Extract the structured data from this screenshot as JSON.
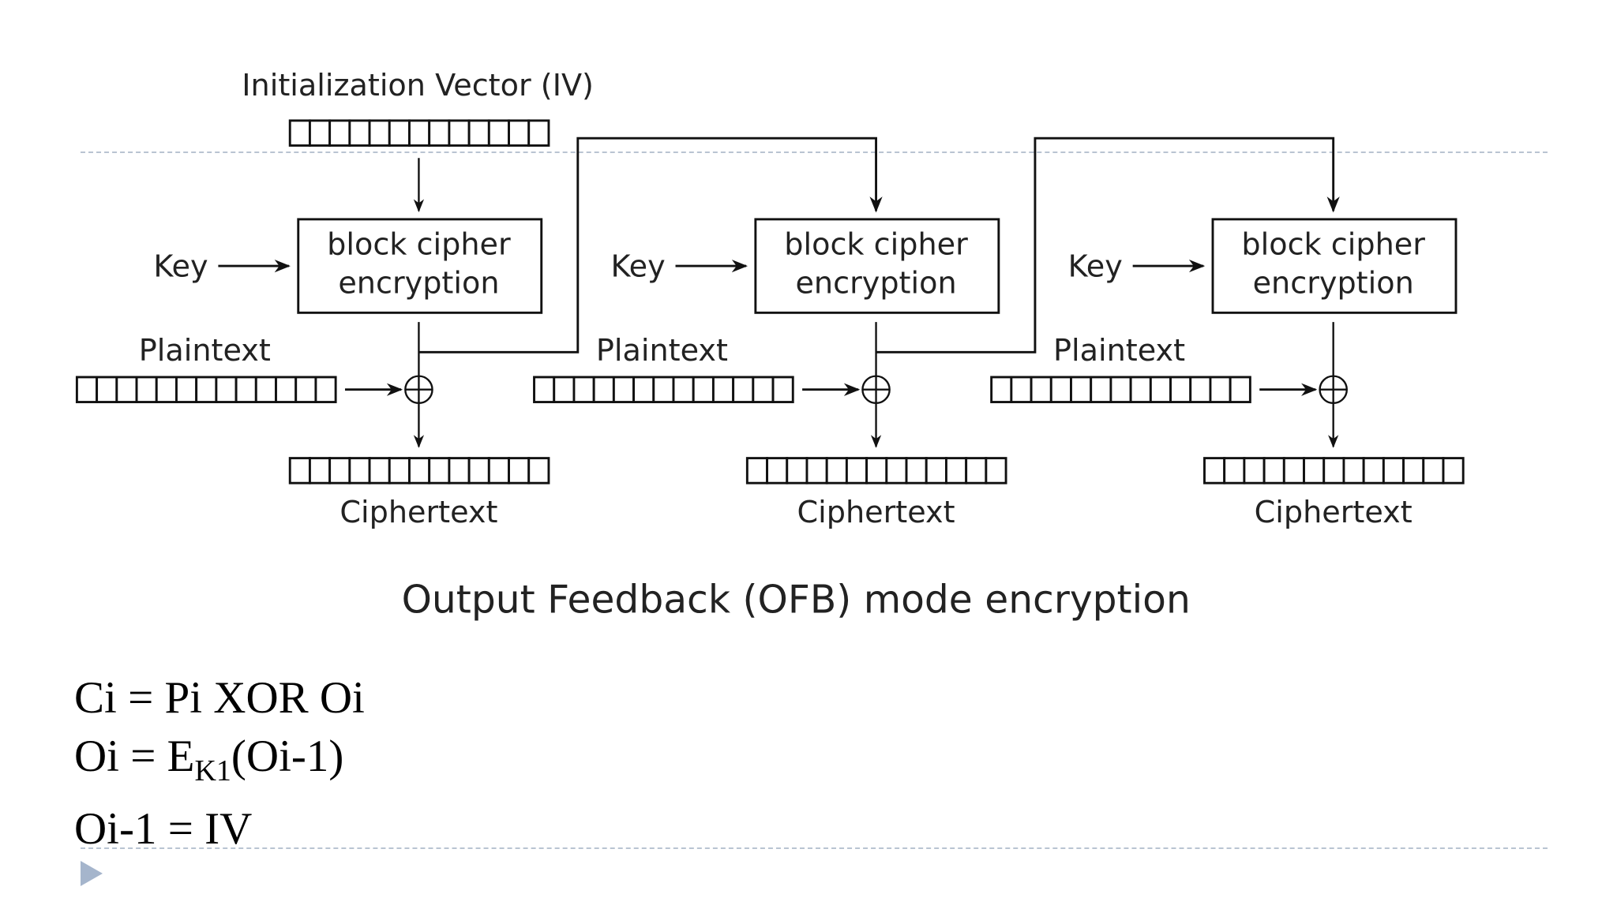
{
  "diagram": {
    "iv_label": "Initialization Vector (IV)",
    "stages": [
      {
        "key_label": "Key",
        "cipher_line1": "block cipher",
        "cipher_line2": "encryption",
        "plaintext_label": "Plaintext",
        "ciphertext_label": "Ciphertext"
      },
      {
        "key_label": "Key",
        "cipher_line1": "block cipher",
        "cipher_line2": "encryption",
        "plaintext_label": "Plaintext",
        "ciphertext_label": "Ciphertext"
      },
      {
        "key_label": "Key",
        "cipher_line1": "block cipher",
        "cipher_line2": "encryption",
        "plaintext_label": "Plaintext",
        "ciphertext_label": "Ciphertext"
      }
    ],
    "block_cells": 13,
    "caption": "Output Feedback (OFB) mode encryption"
  },
  "formulas": {
    "line1": "Ci = Pi XOR Oi",
    "line2_prefix": "Oi = E",
    "line2_sub": "K1",
    "line2_suffix": "(Oi-1)",
    "line3": "Oi-1 = IV"
  },
  "colors": {
    "bullet": "#a5b5cc",
    "divider": "#b9c4d2"
  }
}
